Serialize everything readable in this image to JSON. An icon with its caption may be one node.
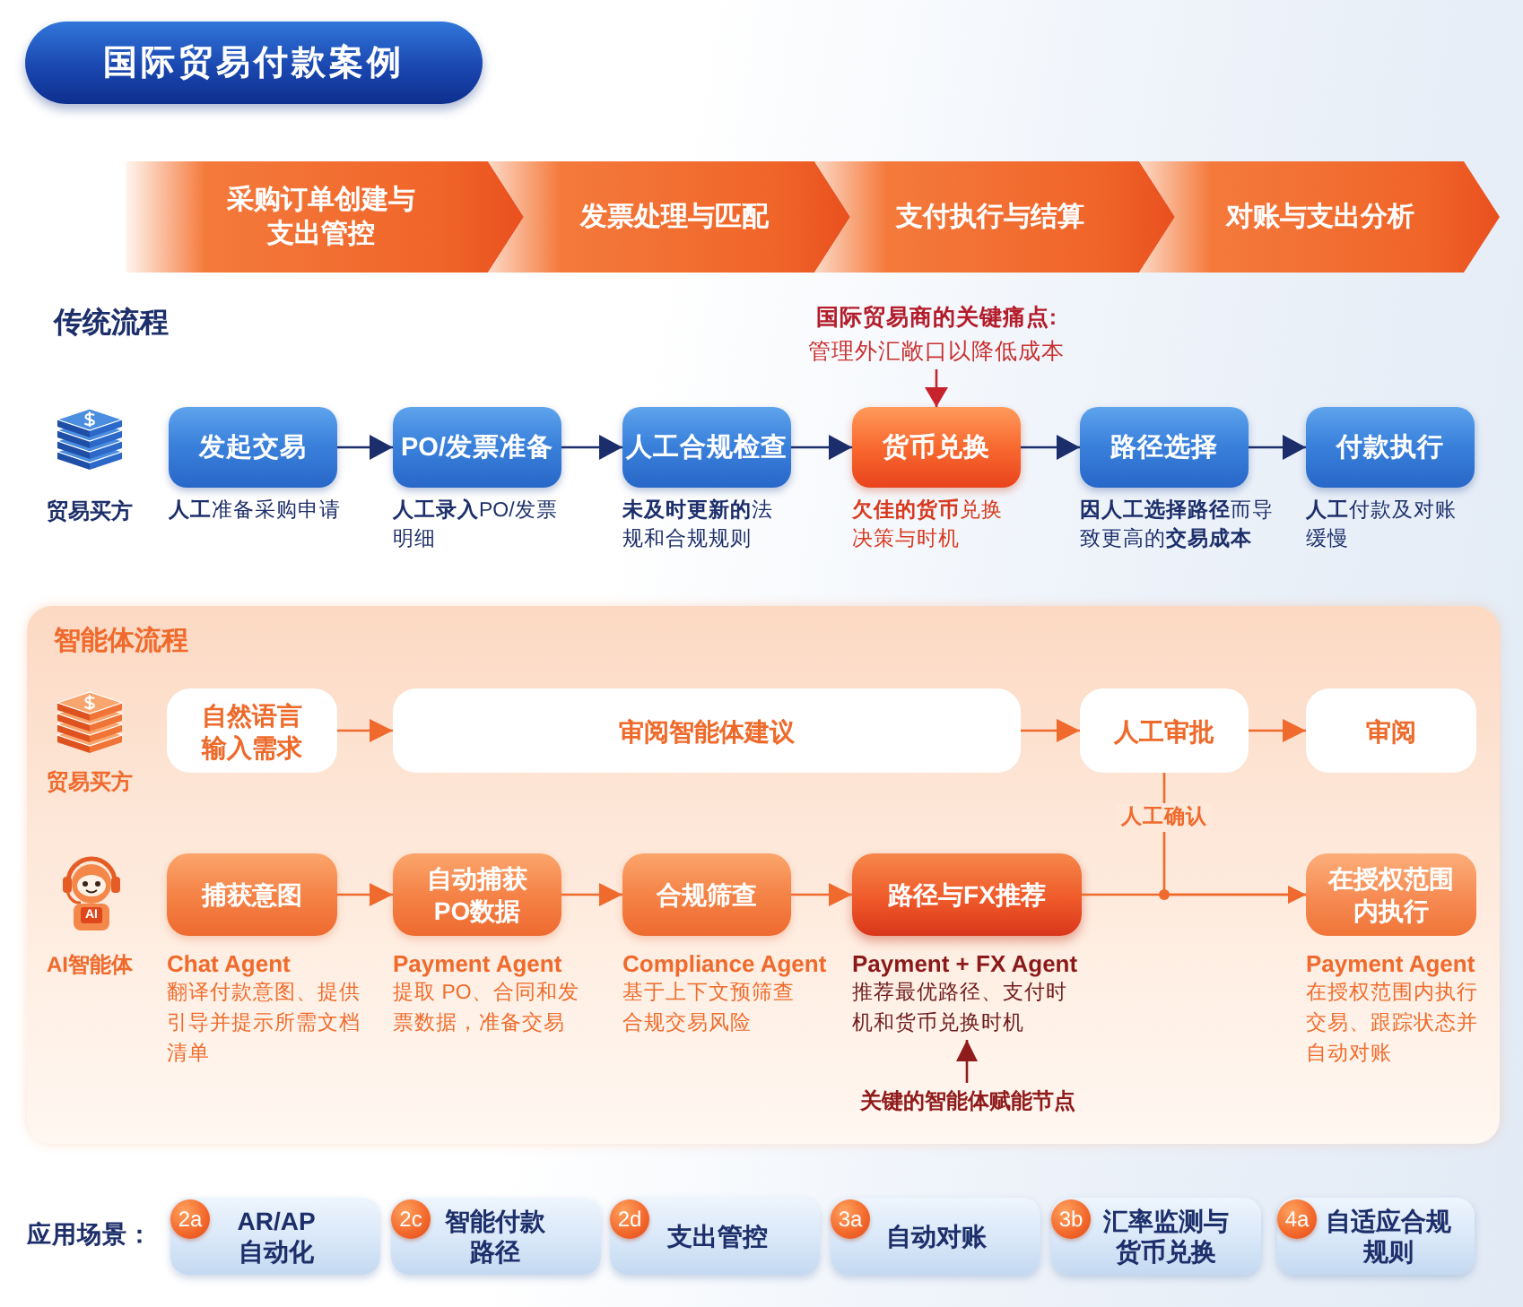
{
  "diagram": {
    "title": "国际贸易付款案例",
    "nodes": [
      {
        "text": [
          "采购订单创建与支出管控"
        ]
      },
      {
        "text": [
          "发票处理与匹配"
        ]
      },
      {
        "text": [
          "支付执行与结算"
        ]
      },
      {
        "text": [
          "对账与支出分析"
        ]
      },
      {
        "text": [
          "国际贸易商的关键痛点:",
          "管理外汇敞口以降低成本"
        ]
      },
      {
        "text": [
          "发起交易"
        ],
        "beside": [
          "**人工**准备采购申请"
        ]
      },
      {
        "text": [
          "PO/发票准备"
        ],
        "beside": [
          "**人工录入**PO/发票明细"
        ]
      },
      {
        "text": [
          "人工合规检查"
        ],
        "beside": [
          "**未及时更新的**法规和合规规则"
        ]
      },
      {
        "text": [
          "货币兑换"
        ],
        "beside": [
          "**欠佳的货币**兑换决策与时机"
        ]
      },
      {
        "text": [
          "路径选择"
        ],
        "beside": [
          "**因人工选择路径**而导致更高的**交易成本**"
        ]
      },
      {
        "text": [
          "付款执行"
        ],
        "beside": [
          "**人工**付款及对账缓慢"
        ]
      },
      {
        "text": [
          "智能体流程"
        ]
      },
      {
        "text": [
          "自然语言输入需求"
        ],
        "in": 11
      },
      {
        "text": [
          "审阅智能体建议"
        ],
        "in": 11
      },
      {
        "text": [
          "人工审批"
        ],
        "in": 11
      },
      {
        "text": [
          "审阅"
        ],
        "in": 11
      },
      {
        "text": [
          "捕获意图"
        ],
        "in": 11,
        "beside": [
          "Chat Agent",
          "翻译付款意图、提供引导并提示所需文档清单"
        ]
      },
      {
        "text": [
          "自动捕获PO数据"
        ],
        "in": 11,
        "beside": [
          "Payment Agent",
          "提取 PO、合同和发票数据，准备交易"
        ]
      },
      {
        "text": [
          "合规筛查"
        ],
        "in": 11,
        "beside": [
          "Compliance Agent",
          "基于上下文预筛查合规交易风险"
        ]
      },
      {
        "text": [
          "路径与FX推荐"
        ],
        "in": 11,
        "beside": [
          "Payment + FX Agent",
          "推荐最优路径、支付时机和货币兑换时机"
        ]
      },
      {
        "text": [
          "在授权范围内执行"
        ],
        "in": 11,
        "beside": [
          "Payment Agent",
          "在授权范围内执行交易、跟踪状态并自动对账"
        ]
      },
      {
        "text": [
          "关键的智能体赋能节点"
        ],
        "in": 11
      },
      {
        "text": [
          "AR/AP自动化"
        ]
      },
      {
        "text": [
          "2a"
        ],
        "in": 22
      },
      {
        "text": [
          "智能付款路径"
        ]
      },
      {
        "text": [
          "2c"
        ],
        "in": 24
      },
      {
        "text": [
          "支出管控"
        ]
      },
      {
        "text": [
          "2d"
        ],
        "in": 26
      },
      {
        "text": [
          "自动对账"
        ]
      },
      {
        "text": [
          "3a"
        ],
        "in": 28
      },
      {
        "text": [
          "汇率监测与货币兑换"
        ]
      },
      {
        "text": [
          "3b"
        ],
        "in": 30
      },
      {
        "text": [
          "自适应合规规则"
        ]
      },
      {
        "text": [
          "4a"
        ],
        "in": 32
      }
    ],
    "edges": [
      {
        "from": 5,
        "to": 6,
        "arrow": "to",
        "color": "#1b2d6b"
      },
      {
        "from": 6,
        "to": 7,
        "arrow": "to",
        "color": "#1b2d6b"
      },
      {
        "from": 7,
        "to": 8,
        "arrow": "to",
        "color": "#1b2d6b"
      },
      {
        "from": 8,
        "to": 9,
        "arrow": "to",
        "color": "#1b2d6b"
      },
      {
        "from": 9,
        "to": 10,
        "arrow": "to",
        "color": "#1b2d6b"
      },
      {
        "from": 4,
        "to": 8,
        "arrow": "to",
        "color": "#c8232c"
      },
      {
        "from": 12,
        "to": 13,
        "arrow": "to"
      },
      {
        "from": 13,
        "to": 14,
        "arrow": "to"
      },
      {
        "from": 14,
        "to": 15,
        "arrow": "to"
      },
      {
        "from": 14,
        "to": 20,
        "arrow": "to",
        "label": "人工确认"
      },
      {
        "from": 16,
        "to": 17,
        "arrow": "to"
      },
      {
        "from": 17,
        "to": 18,
        "arrow": "to"
      },
      {
        "from": 18,
        "to": 19,
        "arrow": "to"
      },
      {
        "from": 19,
        "to": 20,
        "arrow": "to"
      },
      {
        "from": 21,
        "to": 19,
        "arrow": "to",
        "color": "#8f1b1b"
      }
    ],
    "labels": [
      "传统流程",
      "贸易买方",
      "贸易买方",
      "AI",
      "AI智能体",
      "应用场景："
    ]
  }
}
